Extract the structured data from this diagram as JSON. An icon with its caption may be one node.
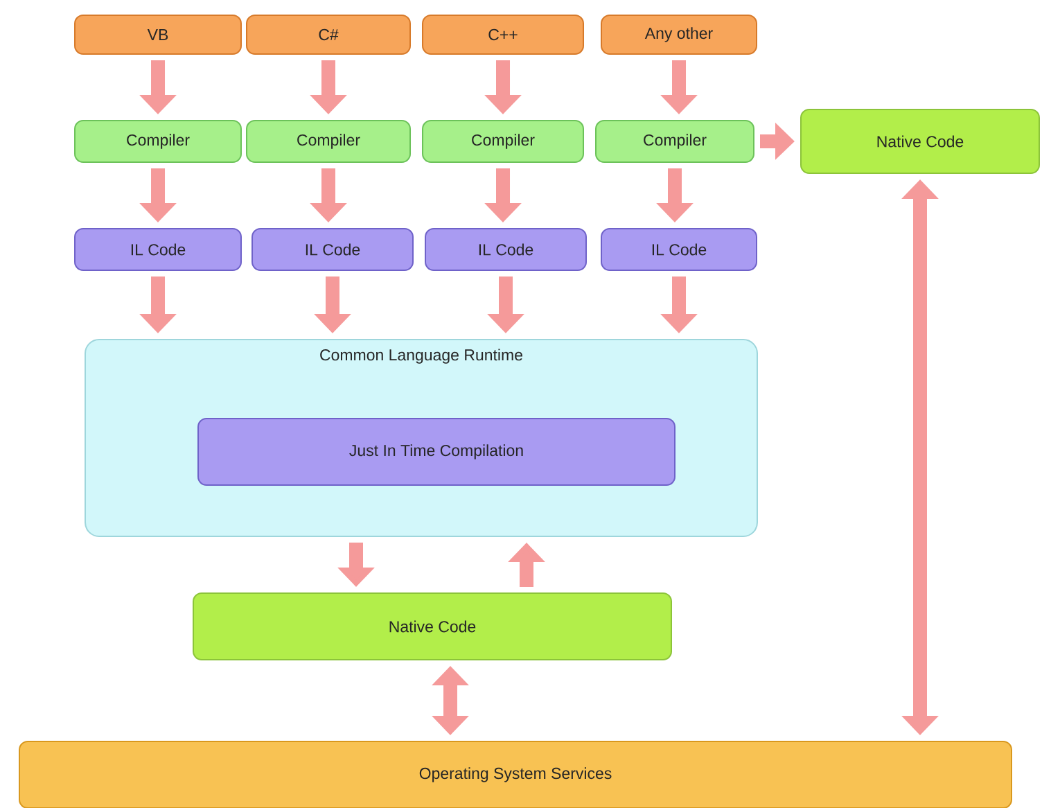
{
  "diagram": {
    "nodes": [
      {
        "text": [
          "VB"
        ]
      },
      {
        "text": [
          "C#"
        ]
      },
      {
        "text": [
          "C++"
        ]
      },
      {
        "text": [
          "Any other"
        ]
      },
      {
        "text": [
          "Compiler"
        ]
      },
      {
        "text": [
          "Compiler"
        ]
      },
      {
        "text": [
          "Compiler"
        ]
      },
      {
        "text": [
          "Compiler"
        ]
      },
      {
        "text": [
          "Native Code"
        ]
      },
      {
        "text": [
          "IL Code"
        ]
      },
      {
        "text": [
          "IL Code"
        ]
      },
      {
        "text": [
          "IL Code"
        ]
      },
      {
        "text": [
          "IL Code"
        ]
      },
      {
        "text": [
          "Common Language Runtime"
        ]
      },
      {
        "text": [
          "Just In Time Compilation"
        ],
        "in": 13
      },
      {
        "text": [
          "Native Code"
        ]
      },
      {
        "text": [
          "Operating System Services"
        ]
      }
    ],
    "edges": [
      {
        "from": 0,
        "to": 4,
        "arrow": "to"
      },
      {
        "from": 1,
        "to": 5,
        "arrow": "to"
      },
      {
        "from": 2,
        "to": 6,
        "arrow": "to"
      },
      {
        "from": 3,
        "to": 7,
        "arrow": "to"
      },
      {
        "from": 7,
        "to": 8,
        "arrow": "to"
      },
      {
        "from": 4,
        "to": 9,
        "arrow": "to"
      },
      {
        "from": 5,
        "to": 10,
        "arrow": "to"
      },
      {
        "from": 6,
        "to": 11,
        "arrow": "to"
      },
      {
        "from": 7,
        "to": 12,
        "arrow": "to"
      },
      {
        "from": 9,
        "to": 13,
        "arrow": "to"
      },
      {
        "from": 10,
        "to": 13,
        "arrow": "to"
      },
      {
        "from": 11,
        "to": 13,
        "arrow": "to"
      },
      {
        "from": 12,
        "to": 13,
        "arrow": "to"
      },
      {
        "from": 13,
        "to": 15,
        "arrow": "to"
      },
      {
        "from": 15,
        "to": 13,
        "arrow": "to"
      },
      {
        "from": 15,
        "to": 16,
        "arrow": "both"
      },
      {
        "from": 8,
        "to": 16,
        "arrow": "both"
      }
    ]
  }
}
